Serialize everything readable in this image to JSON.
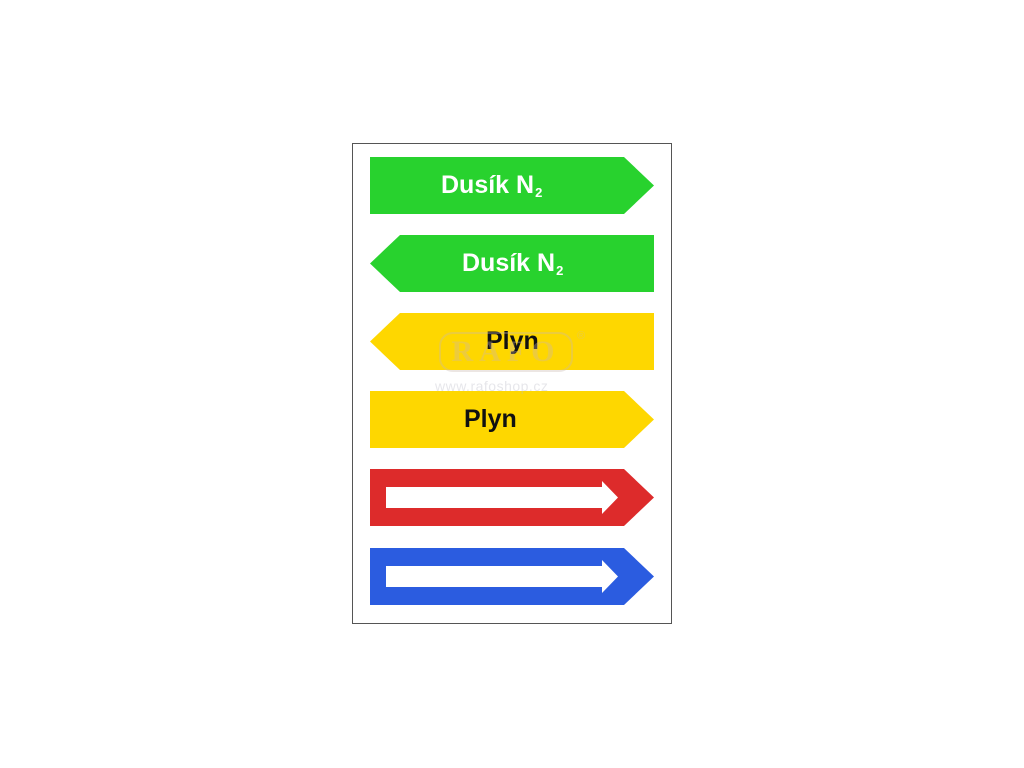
{
  "colors": {
    "green": "#28d22e",
    "yellow": "#fed700",
    "red": "#dd2b2b",
    "blue": "#2b5ce0",
    "white": "#ffffff",
    "black": "#111111"
  },
  "labels": [
    {
      "text": "Dusík N",
      "subscript": "2",
      "direction": "right",
      "color": "green"
    },
    {
      "text": "Dusík N",
      "subscript": "2",
      "direction": "left",
      "color": "green"
    },
    {
      "text": "Plyn",
      "direction": "left",
      "color": "yellow"
    },
    {
      "text": "Plyn",
      "direction": "right",
      "color": "yellow"
    },
    {
      "direction": "right",
      "color": "red",
      "content": "arrow"
    },
    {
      "direction": "right",
      "color": "blue",
      "content": "arrow"
    }
  ],
  "watermark": {
    "logo": "RAFO",
    "registered": "®",
    "url": "www.rafoshop.cz"
  }
}
